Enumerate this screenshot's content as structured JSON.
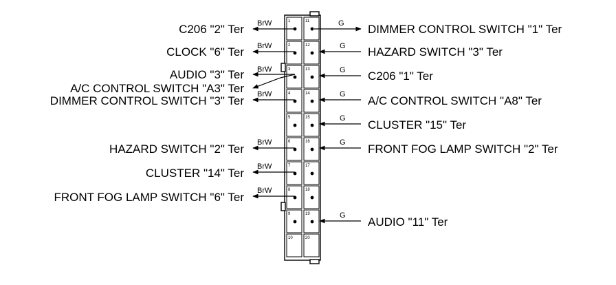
{
  "connector": {
    "left_pins": [
      "1",
      "2",
      "3",
      "4",
      "5",
      "6",
      "7",
      "8",
      "9",
      "10"
    ],
    "right_pins": [
      "11",
      "12",
      "13",
      "14",
      "15",
      "16",
      "17",
      "18",
      "19",
      "20"
    ]
  },
  "left_wires": [
    {
      "label": "C206 \"2\" Ter",
      "color": "BrW"
    },
    {
      "label": "CLOCK \"6\" Ter",
      "color": "BrW"
    },
    {
      "label": "AUDIO \"3\" Ter",
      "color": "BrW"
    },
    {
      "label": "A/C CONTROL SWITCH \"A3\" Ter",
      "color": ""
    },
    {
      "label": "DIMMER CONTROL SWITCH \"3\" Ter",
      "color": "BrW"
    },
    {
      "label": "HAZARD SWITCH \"2\" Ter",
      "color": "BrW"
    },
    {
      "label": "CLUSTER \"14\" Ter",
      "color": "BrW"
    },
    {
      "label": "FRONT FOG LAMP SWITCH \"6\" Ter",
      "color": "BrW"
    }
  ],
  "right_wires": [
    {
      "label": "DIMMER CONTROL SWITCH \"1\" Ter",
      "color": "G"
    },
    {
      "label": "HAZARD SWITCH \"3\" Ter",
      "color": "G"
    },
    {
      "label": "C206 \"1\" Ter",
      "color": "G"
    },
    {
      "label": "A/C CONTROL SWITCH \"A8\" Ter",
      "color": "G"
    },
    {
      "label": "CLUSTER \"15\" Ter",
      "color": "G"
    },
    {
      "label": "FRONT FOG LAMP SWITCH \"2\" Ter",
      "color": "G"
    },
    {
      "label": "AUDIO \"11\" Ter",
      "color": "G"
    }
  ]
}
